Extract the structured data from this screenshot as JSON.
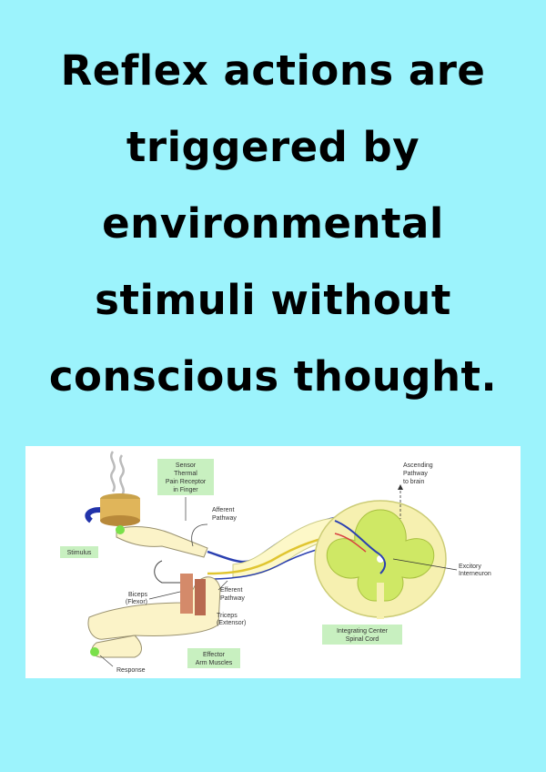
{
  "headline": {
    "lines": [
      "Reflex actions are",
      "triggered by",
      "environmental",
      "stimuli without",
      "conscious thought."
    ]
  },
  "diagram": {
    "sensor": [
      "Sensor",
      "Thermal",
      "Pain Receptor",
      "in Finger"
    ],
    "afferent": [
      "Afferent",
      "Pathway"
    ],
    "ascending": [
      "Ascending",
      "Pathway",
      "to brain"
    ],
    "stimulus": "Stimulus",
    "excitatory": [
      "Excitory",
      "Interneuron"
    ],
    "biceps": [
      "Biceps",
      "(Flexor)"
    ],
    "efferent": [
      "Efferent",
      "Pathway"
    ],
    "triceps": [
      "Triceps",
      "(Extensor)"
    ],
    "integrating": [
      "Integrating Center",
      "Spinal Cord"
    ],
    "effector": [
      "Effector",
      "Arm Muscles"
    ],
    "response": "Response"
  },
  "colors": {
    "background": "#9cf3fc",
    "label_box": "#c8f0c0",
    "spinal_outer": "#f6f0b0",
    "spinal_gray": "#cfe865",
    "afferent_nerve": "#2a3fb0",
    "efferent_nerve": "#e0c530"
  }
}
